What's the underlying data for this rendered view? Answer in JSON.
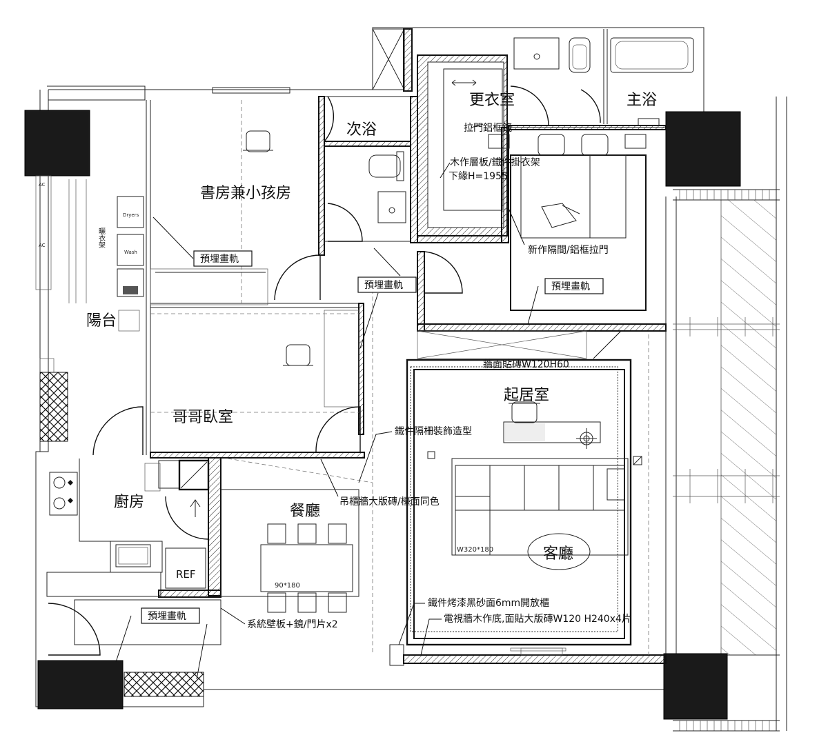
{
  "rooms": {
    "dressing": "更衣室",
    "master_bath": "主浴",
    "second_bath": "次浴",
    "study": "書房兼小孩房",
    "balcony": "陽台",
    "brother_room": "哥哥臥室",
    "bedroom": "起居室",
    "kitchen": "廚房",
    "dining": "餐廳",
    "living": "客廳"
  },
  "notes": {
    "sliding_mirror": "拉門鋁框鏡",
    "wardrobe": "木作層板/鐵件掛衣架",
    "lower_edge": "下緣H=1955",
    "partition": "新作隔間/鋁框拉門",
    "track_study": "預埋畫軌",
    "track_corridor": "預埋畫軌",
    "track_bedroom": "預埋畫軌",
    "track_kitchen": "預埋畫軌",
    "wall_tile": "牆面貼磚W120H60",
    "iron_screen": "鐵件隔柵裝飾造型",
    "cabinet_wall": "吊櫃牆大版磚/檯面同色",
    "iron_cabinet": "鐵件烤漆黑砂面6mm開放櫃",
    "tv_wall": "電視牆木作底,面貼大版磚W120 H240x4片",
    "system_panel": "系統壁板+鏡/門片x2"
  },
  "labels": {
    "dryer": "Dryers",
    "washer": "Wash",
    "rack": "曬衣架",
    "ac_top": "AC",
    "ac_bottom": "AC",
    "fridge": "REF",
    "table_size": "90*180",
    "rug_size": "W320*180"
  },
  "icons": [
    "column-icon",
    "door-swing-icon",
    "chair-icon",
    "bed-icon",
    "sofa-icon",
    "toilet-icon",
    "sink-icon",
    "bathtub-icon",
    "stove-icon"
  ]
}
